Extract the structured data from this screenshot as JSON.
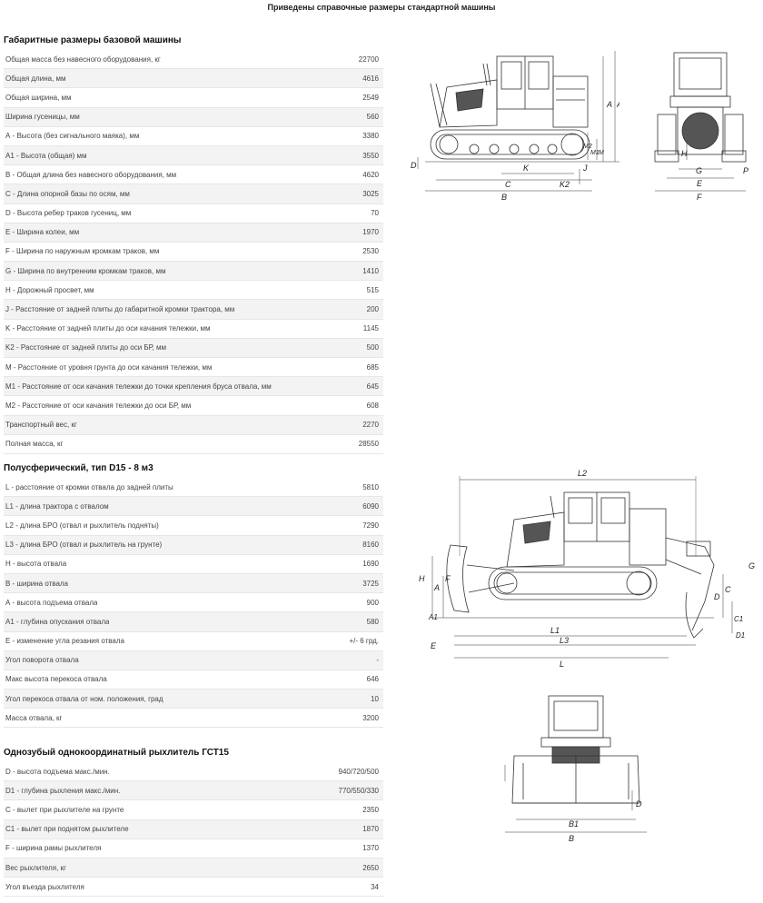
{
  "header": {
    "title": "Приведены справочные размеры стандартной машины"
  },
  "sections": [
    {
      "title": "Габаритные размеры базовой машины",
      "rows": [
        {
          "label": "Общая масса без навесного оборудования, кг",
          "value": "22700"
        },
        {
          "label": "Общая длина, мм",
          "value": "4616"
        },
        {
          "label": "Общая ширина, мм",
          "value": "2549"
        },
        {
          "label": "Ширина гусеницы, мм",
          "value": "560"
        },
        {
          "label": "А - Высота (без сигнального маяка), мм",
          "value": "3380"
        },
        {
          "label": "А1 - Высота (общая) мм",
          "value": "3550"
        },
        {
          "label": "В - Общая длина без навесного оборудования, мм",
          "value": "4620"
        },
        {
          "label": "С - Длина опорной базы по осям, мм",
          "value": "3025"
        },
        {
          "label": "D - Высота ребер траков гусениц, мм",
          "value": "70"
        },
        {
          "label": "Е - Ширина колеи, мм",
          "value": "1970"
        },
        {
          "label": "F - Ширина по наружным кромкам траков, мм",
          "value": "2530"
        },
        {
          "label": "G - Ширина по внутренним кромкам траков, мм",
          "value": "1410"
        },
        {
          "label": "Н - Дорожный просвет, мм",
          "value": "515"
        },
        {
          "label": "J - Расстояние от задней плиты до габаритной кромки трактора, мм",
          "value": "200"
        },
        {
          "label": "K - Расстояние от задней плиты до оси качания тележки, мм",
          "value": "1145"
        },
        {
          "label": "K2 - Расстояние от задней плиты до оси БР, мм",
          "value": "500"
        },
        {
          "label": "М - Расстояние от уровня грунта до оси качания тележки, мм",
          "value": "685"
        },
        {
          "label": "М1 - Расстояние от оси качания тележки до точки крепления бруса отвала, мм",
          "value": "645"
        },
        {
          "label": "М2 - Расстояние от оси качания тележки до оси БР, мм",
          "value": "608"
        },
        {
          "label": "Транспортный вес, кг",
          "value": "2270"
        },
        {
          "label": "Полная масса, кг",
          "value": "28550"
        }
      ]
    },
    {
      "title": "Полусферический, тип D15 - 8 м3",
      "rows": [
        {
          "label": "L - расстояние от кромки отвала до задней плиты",
          "value": "5810"
        },
        {
          "label": "L1 - длина трактора с отвалом",
          "value": "6090"
        },
        {
          "label": "L2 - длина БРО (отвал и рыхлитель подняты)",
          "value": "7290"
        },
        {
          "label": "L3 - длина БРО (отвал и рыхлитель на грунте)",
          "value": "8160"
        },
        {
          "label": "Н - высота отвала",
          "value": "1690"
        },
        {
          "label": "В - ширина отвала",
          "value": "3725"
        },
        {
          "label": "А - высота подъема отвала",
          "value": "900"
        },
        {
          "label": "А1 - глубина опускания отвала",
          "value": "580"
        },
        {
          "label": "Е - изменение угла резания отвала",
          "value": "+/- 6 грд."
        },
        {
          "label": "Угол поворота отвала",
          "value": "-"
        },
        {
          "label": "Макс высота перекоса отвала",
          "value": "646"
        },
        {
          "label": "Угол перекоса отвала от ном. положения, град",
          "value": "10"
        },
        {
          "label": "Масса отвала, кг",
          "value": "3200"
        }
      ]
    },
    {
      "title": "Однозубый однокоординатный рыхлитель ГСТ15",
      "rows": [
        {
          "label": "D - высота подъема макс./мин.",
          "value": "940/720/500"
        },
        {
          "label": "D1 - глубина рыхления макс./мин.",
          "value": "770/550/330"
        },
        {
          "label": "С - вылет при рыхлителе на грунте",
          "value": "2350"
        },
        {
          "label": "С1 - вылет при поднятом рыхлителе",
          "value": "1870"
        },
        {
          "label": "F - ширина рамы рыхлителя",
          "value": "1370"
        },
        {
          "label": "Вес рыхлителя, кг",
          "value": "2650"
        },
        {
          "label": "Угол въезда рыхлителя",
          "value": "34"
        }
      ]
    }
  ],
  "drawings": {
    "side_base": {
      "labels": [
        "A",
        "A1",
        "D",
        "M2",
        "M1",
        "M",
        "K",
        "J",
        "C",
        "K2",
        "B"
      ]
    },
    "front_base": {
      "labels": [
        "H",
        "G",
        "P",
        "E",
        "F"
      ]
    },
    "side_full": {
      "labels": [
        "L2",
        "H",
        "A",
        "F",
        "A1",
        "E",
        "G",
        "C",
        "C1",
        "D",
        "D1",
        "L1",
        "L3",
        "L"
      ]
    },
    "front_full": {
      "labels": [
        "D",
        "B1",
        "B"
      ]
    }
  }
}
